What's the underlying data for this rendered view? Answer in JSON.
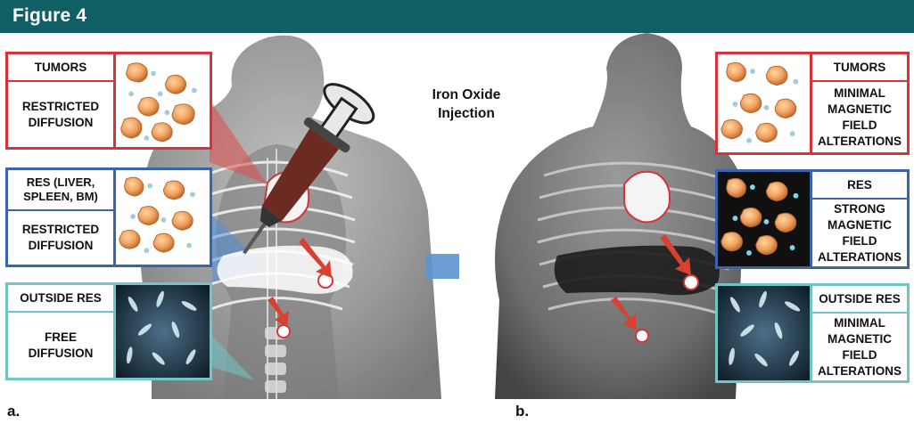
{
  "header": {
    "title": "Figure 4"
  },
  "injection_label": "Iron Oxide\nInjection",
  "panel_a": {
    "label": "a.",
    "boxes": [
      {
        "head": "TUMORS",
        "body": "RESTRICTED\nDIFFUSION"
      },
      {
        "head": "RES (LIVER,\nSPLEEN, BM)",
        "body": "RESTRICTED\nDIFFUSION"
      },
      {
        "head": "OUTSIDE RES",
        "body": "FREE\nDIFFUSION"
      }
    ]
  },
  "panel_b": {
    "label": "b.",
    "boxes": [
      {
        "head": "TUMORS",
        "body": "MINIMAL\nMAGNETIC FIELD\nALTERATIONS"
      },
      {
        "head": "RES",
        "body": "STRONG\nMAGNETIC FIELD\nALTERATIONS"
      },
      {
        "head": "OUTSIDE RES",
        "body": "MINIMAL\nMAGNETIC FIELD\nALTERATIONS"
      }
    ]
  },
  "colors": {
    "header": "#0f5f64",
    "tumor_border": "#d6343a",
    "res_border": "#3a64b0",
    "outside_border": "#6fc6c4",
    "arrow": "#d8402f",
    "big_arrow": "#5b93d3"
  },
  "icons": [
    "syringe-icon",
    "cell-cluster-icon",
    "transition-arrow-icon",
    "red-arrow-icon"
  ]
}
